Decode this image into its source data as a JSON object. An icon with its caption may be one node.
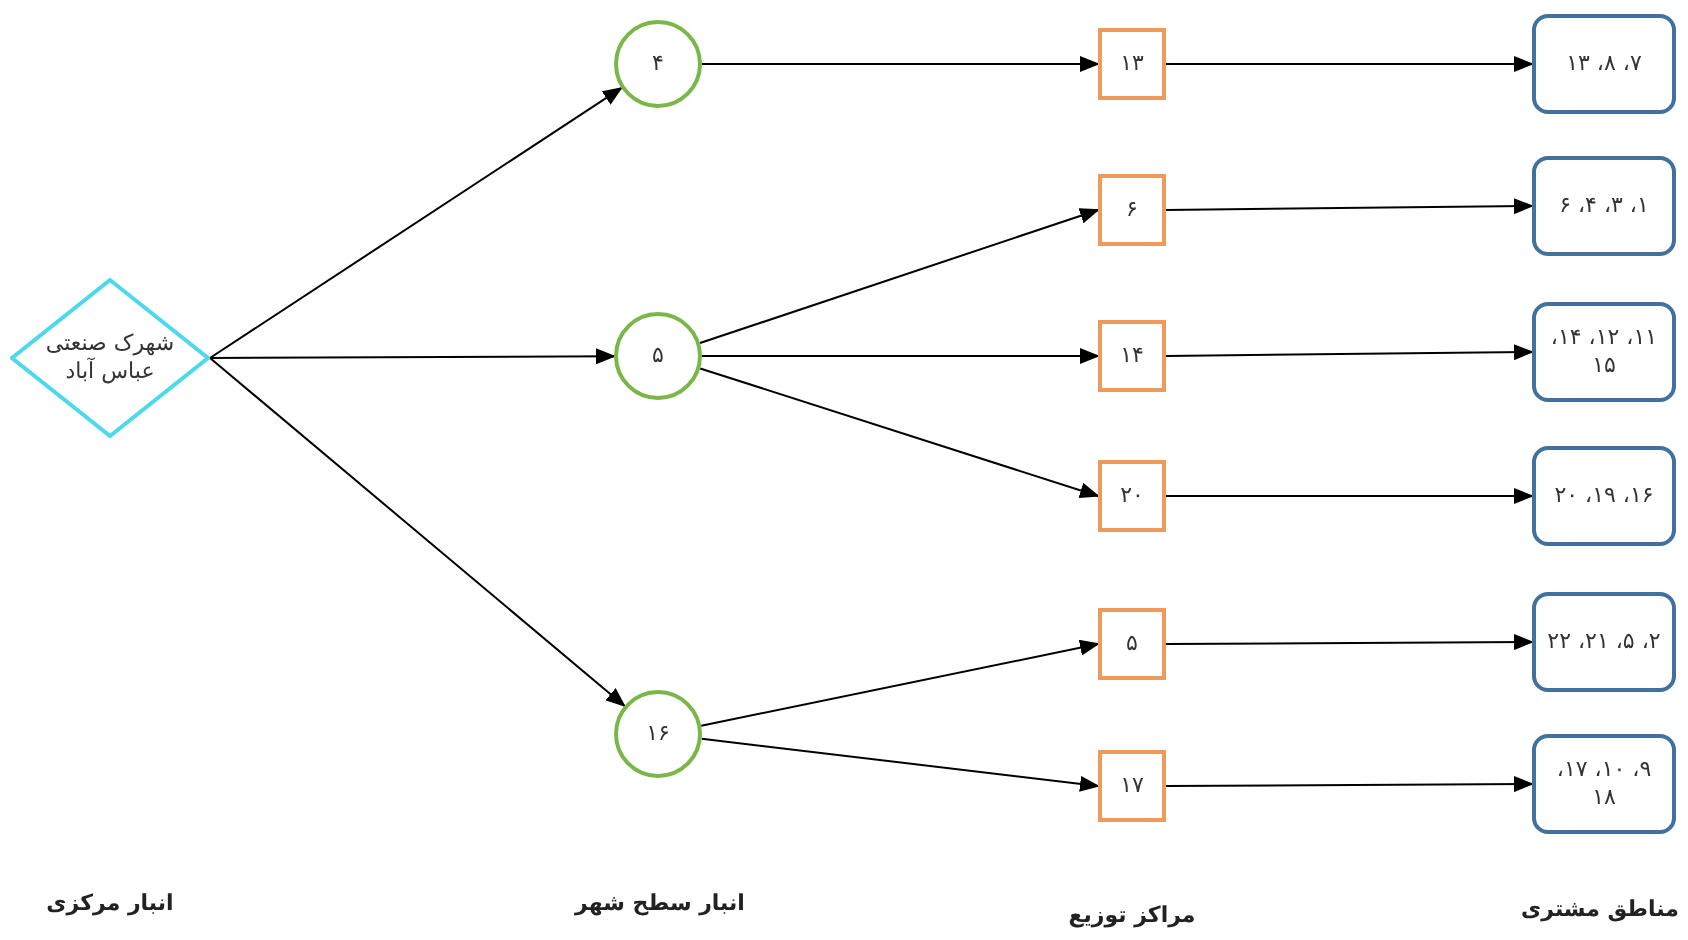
{
  "diagram": {
    "nodes": [
      {
        "text": [
          "شهرک صنعتی عباس آباد"
        ]
      },
      {
        "text": [
          "۴"
        ]
      },
      {
        "text": [
          "۵"
        ]
      },
      {
        "text": [
          "۱۶"
        ]
      },
      {
        "text": [
          "۱۳"
        ]
      },
      {
        "text": [
          "۶"
        ]
      },
      {
        "text": [
          "۱۴"
        ]
      },
      {
        "text": [
          "۲۰"
        ]
      },
      {
        "text": [
          "۵"
        ]
      },
      {
        "text": [
          "۱۷"
        ]
      },
      {
        "text": [
          "۷، ۸، ۱۳"
        ]
      },
      {
        "text": [
          "۱، ۳، ۴، ۶"
        ]
      },
      {
        "text": [
          "۱۱، ۱۲، ۱۴، ۱۵"
        ]
      },
      {
        "text": [
          "۱۶، ۱۹، ۲۰"
        ]
      },
      {
        "text": [
          "۲، ۵، ۲۱، ۲۲"
        ]
      },
      {
        "text": [
          "۹، ۱۰، ۱۷، ۱۸"
        ]
      }
    ],
    "edges": [
      {
        "from": 0,
        "to": 1,
        "arrow": "to"
      },
      {
        "from": 0,
        "to": 2,
        "arrow": "to"
      },
      {
        "from": 0,
        "to": 3,
        "arrow": "to"
      },
      {
        "from": 1,
        "to": 4,
        "arrow": "to"
      },
      {
        "from": 2,
        "to": 5,
        "arrow": "to"
      },
      {
        "from": 2,
        "to": 6,
        "arrow": "to"
      },
      {
        "from": 2,
        "to": 7,
        "arrow": "to"
      },
      {
        "from": 3,
        "to": 8,
        "arrow": "to"
      },
      {
        "from": 3,
        "to": 9,
        "arrow": "to"
      },
      {
        "from": 4,
        "to": 10,
        "arrow": "to"
      },
      {
        "from": 5,
        "to": 11,
        "arrow": "to"
      },
      {
        "from": 6,
        "to": 12,
        "arrow": "to"
      },
      {
        "from": 7,
        "to": 13,
        "arrow": "to"
      },
      {
        "from": 8,
        "to": 14,
        "arrow": "to"
      },
      {
        "from": 9,
        "to": 15,
        "arrow": "to"
      }
    ],
    "labels": [
      "انبار مرکزی",
      "انبار سطح شهر",
      "مراکز توزیع",
      "مناطق مشتری"
    ]
  }
}
